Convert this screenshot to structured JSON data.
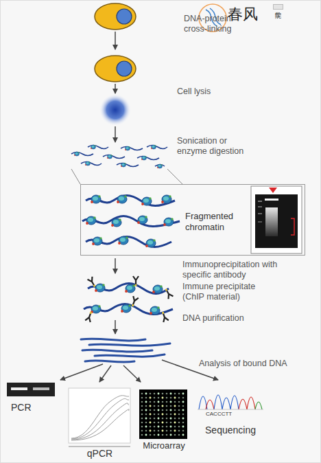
{
  "diagram": {
    "nodes": [
      {
        "text": [
          "Fragmented chromatin"
        ]
      },
      {
        "text": [
          "PCR"
        ]
      },
      {
        "text": [
          "qPCR"
        ]
      },
      {
        "text": [
          "Microarray"
        ]
      },
      {
        "text": [
          "Sequencing"
        ]
      }
    ],
    "labels": [
      "DNA-protein cross-linking",
      "Cell lysis",
      "Sonication or enzyme digestion",
      "Immunoprecipitation with specific antibody",
      "Immune precipitate (ChIP material)",
      "DNA purification",
      "Analysis of bound DNA",
      "CACCCTT",
      "春风",
      "学院"
    ]
  }
}
